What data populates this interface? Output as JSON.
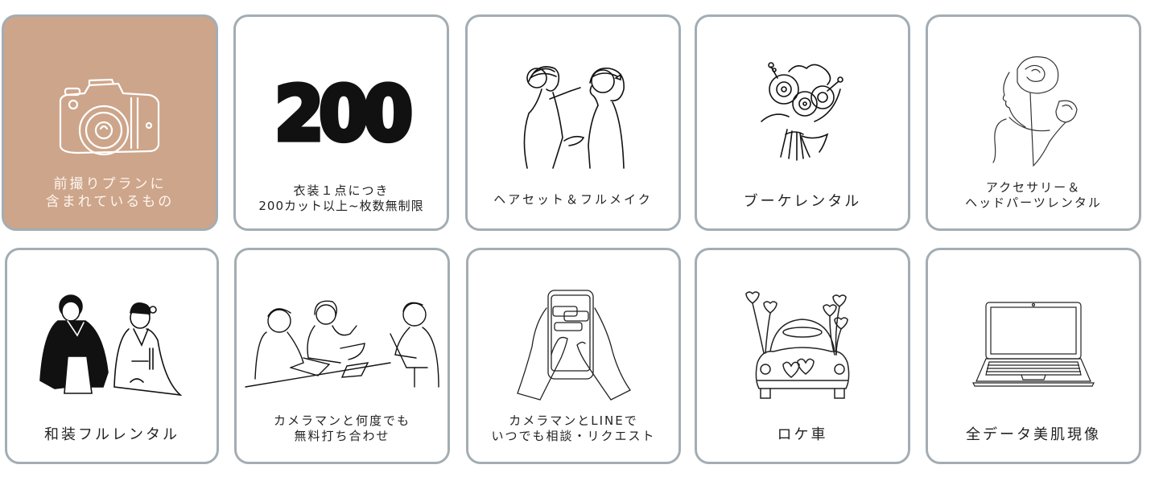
{
  "colors": {
    "accent_card_bg": "#cda58a",
    "card_border": "#a3adb3",
    "card_bg": "#ffffff",
    "text_dark": "#222222",
    "text_light": "#fdf6f0"
  },
  "cards": [
    {
      "id": "plan-header",
      "icon": "camera-icon",
      "lines": [
        "前撮りプランに",
        "含まれているもの"
      ],
      "highlighted": true
    },
    {
      "id": "200-cuts",
      "icon": "number-200-balloon-icon",
      "badge": "200",
      "lines": [
        "衣装１点につき",
        "200カット以上~枚数無制限"
      ]
    },
    {
      "id": "hair-makeup",
      "icon": "makeup-artist-icon",
      "lines": [
        "ヘアセット＆フルメイク"
      ]
    },
    {
      "id": "bouquet-rental",
      "icon": "bouquet-icon",
      "lines": [
        "ブーケレンタル"
      ]
    },
    {
      "id": "accessory-rental",
      "icon": "woman-flower-lineart-icon",
      "lines": [
        "アクセサリー＆",
        "ヘッドパーツレンタル"
      ]
    },
    {
      "id": "wasou-rental",
      "icon": "kimono-couple-icon",
      "lines": [
        "和装フルレンタル"
      ]
    },
    {
      "id": "meeting",
      "icon": "meeting-people-icon",
      "lines": [
        "カメラマンと何度でも",
        "無料打ち合わせ"
      ]
    },
    {
      "id": "line-consult",
      "icon": "smartphone-hands-icon",
      "lines": [
        "カメラマンとLINEで",
        "いつでも相談・リクエスト"
      ]
    },
    {
      "id": "location-car",
      "icon": "wedding-car-icon",
      "lines": [
        "ロケ車"
      ]
    },
    {
      "id": "retouch-all",
      "icon": "laptop-icon",
      "lines": [
        "全データ美肌現像"
      ]
    }
  ]
}
